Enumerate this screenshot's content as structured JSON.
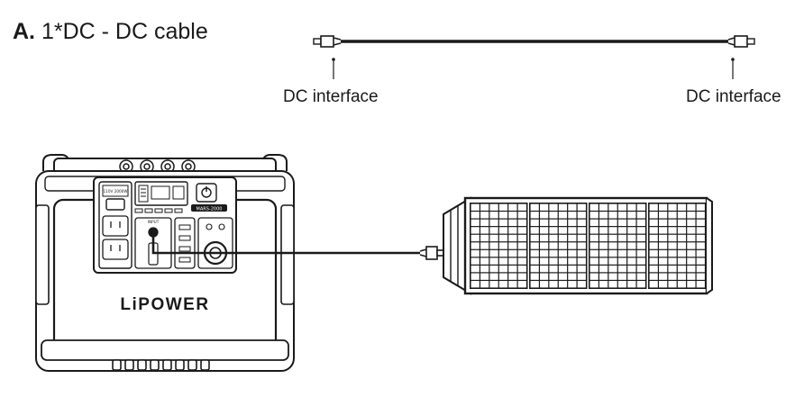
{
  "heading": {
    "letter": "A.",
    "text": "1*DC - DC cable"
  },
  "cable": {
    "left_label": "DC interface",
    "right_label": "DC interface"
  },
  "station": {
    "brand": "LiPOWER",
    "model": "MARS-2000",
    "ac_rating": "110V  2000W",
    "panel_label": "INPUT"
  },
  "colors": {
    "line": "#1a1a1a",
    "panel_fill": "#ffffff",
    "solar_cell": "#ffffff"
  },
  "icons": [
    "dc-plug-icon",
    "power-button-icon",
    "ac-outlet-icon",
    "dc-input-port-icon"
  ]
}
